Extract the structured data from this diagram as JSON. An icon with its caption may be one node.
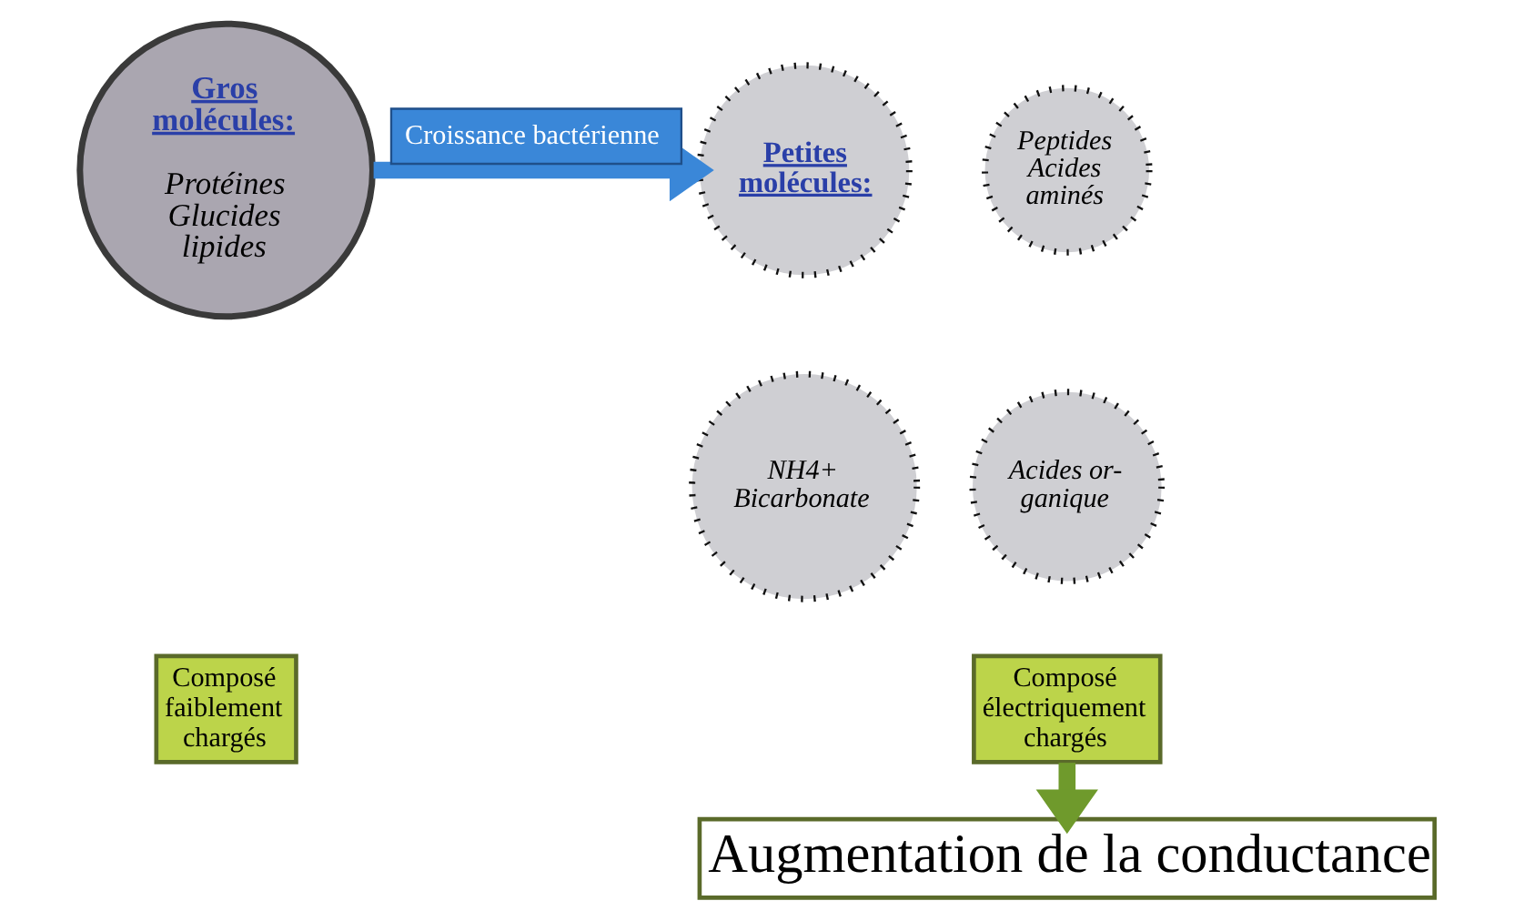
{
  "diagram": {
    "nodes": [
      {
        "text": [
          "Gros molécules:",
          "Protéines Glucides lipides"
        ]
      },
      {
        "text": [
          "Petites molécules:"
        ]
      },
      {
        "text": [
          "Peptides Acides aminés"
        ]
      },
      {
        "text": [
          "NH4+ Bicarbonate"
        ]
      },
      {
        "text": [
          "Acides or- ganique"
        ]
      },
      {
        "text": [
          "Composé faiblement chargés"
        ]
      },
      {
        "text": [
          "Composé électriquement chargés"
        ]
      },
      {
        "text": [
          "Augmentation de la conductance"
        ]
      }
    ],
    "edges": [
      {
        "from": 0,
        "to": 1,
        "arrow": "to",
        "label": "Croissance bactérienne",
        "color": "#3a87d8"
      },
      {
        "from": 6,
        "to": 7,
        "arrow": "to",
        "color": "#6f9a2c"
      }
    ]
  }
}
